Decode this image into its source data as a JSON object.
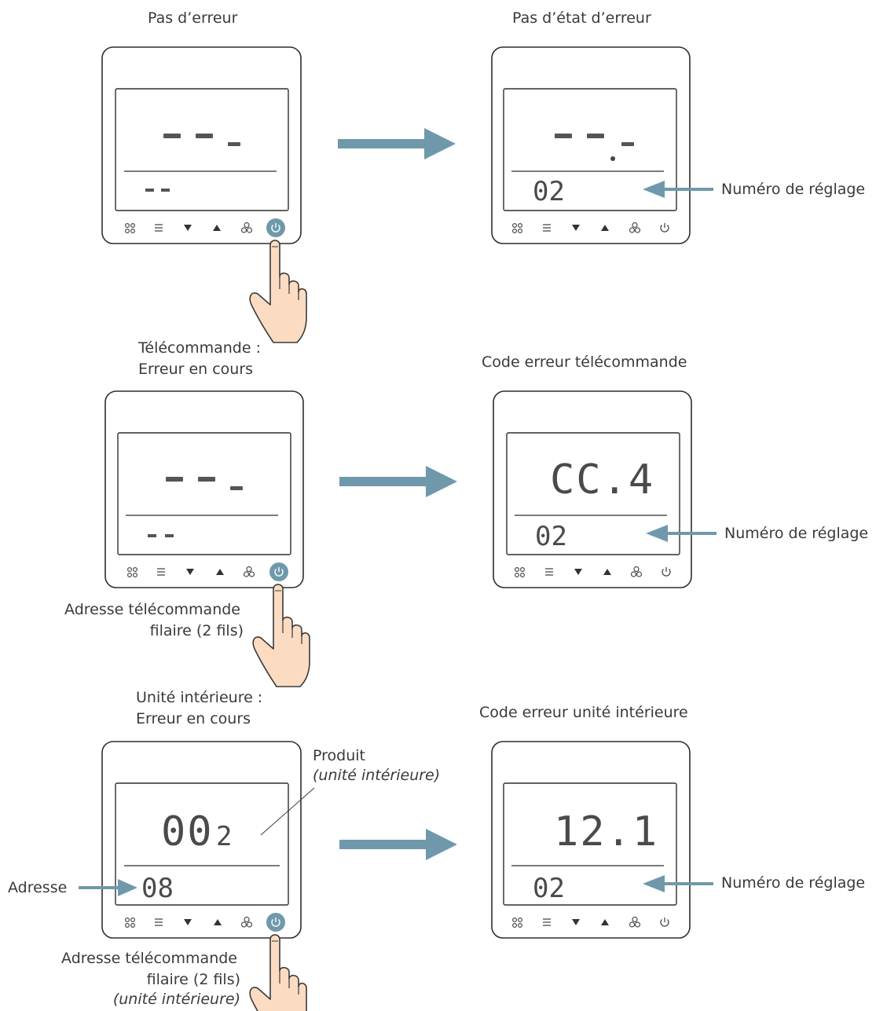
{
  "captions": {
    "no_error": "Pas d’erreur",
    "no_error_state": "Pas d’état d’erreur",
    "remote_error_1": "Télécommande :",
    "remote_error_2": "Erreur en cours",
    "remote_error_code": "Code erreur télécommande",
    "indoor_error_1": "Unité intérieure :",
    "indoor_error_2": "Erreur en cours",
    "indoor_error_code": "Code erreur unité intérieure",
    "setting_number": "Numéro de réglage",
    "remote_address_1": "Adresse télécommande",
    "remote_address_2": "filaire (2 fils)",
    "indoor_unit_paren": "(unité intérieure)",
    "product": "Produit",
    "product_sub": "(unité intérieure)",
    "address": "Adresse"
  },
  "displays": {
    "row1_left_small": "- -",
    "row1_right_small": "02",
    "row2_left_small": "- -",
    "row2_right_big": "CC.4",
    "row2_right_small": "02",
    "row3_left_big": "00",
    "row3_left_big_sub": "2",
    "row3_left_small": "08",
    "row3_right_big": "12.1",
    "row3_right_small": "02"
  },
  "buttons": [
    "mode-icon",
    "menu-icon",
    "down-icon",
    "up-icon",
    "fan-icon",
    "power-icon"
  ],
  "colors": {
    "arrow": "#6f99ab",
    "active_button": "#6f99ab",
    "hand_fill": "#fbdcc2",
    "outline": "#3a3a3a"
  }
}
